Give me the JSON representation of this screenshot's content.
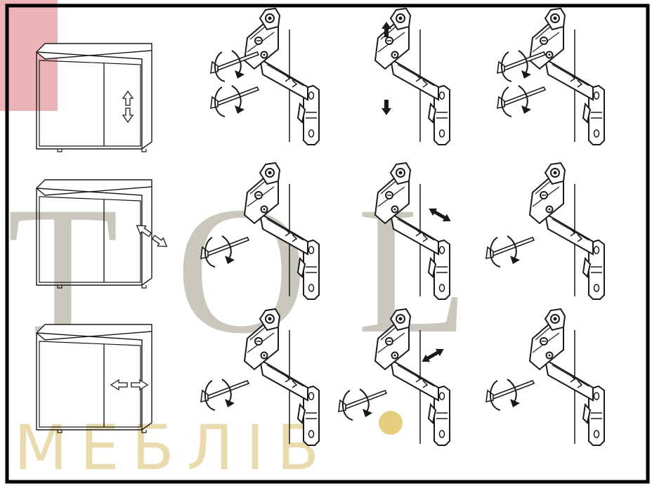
{
  "watermark": {
    "letters": [
      "Т",
      "О",
      "L"
    ],
    "subtitle": "МЕБЛІВ",
    "text_color": "#b9b5a6",
    "sub_color": "#e7d8a6",
    "dot_color": "#e2c56b",
    "corner_color": "#e8a1a6"
  },
  "diagram": {
    "rows": [
      {
        "id": "vertical",
        "cabinet_arrow": "up-down",
        "steps": 3
      },
      {
        "id": "depth",
        "cabinet_arrow": "diagonal",
        "steps": 3
      },
      {
        "id": "side",
        "cabinet_arrow": "left-right",
        "steps": 3
      }
    ],
    "line_color": "#1a1a1a",
    "fill_color": "#d9d9d9"
  }
}
